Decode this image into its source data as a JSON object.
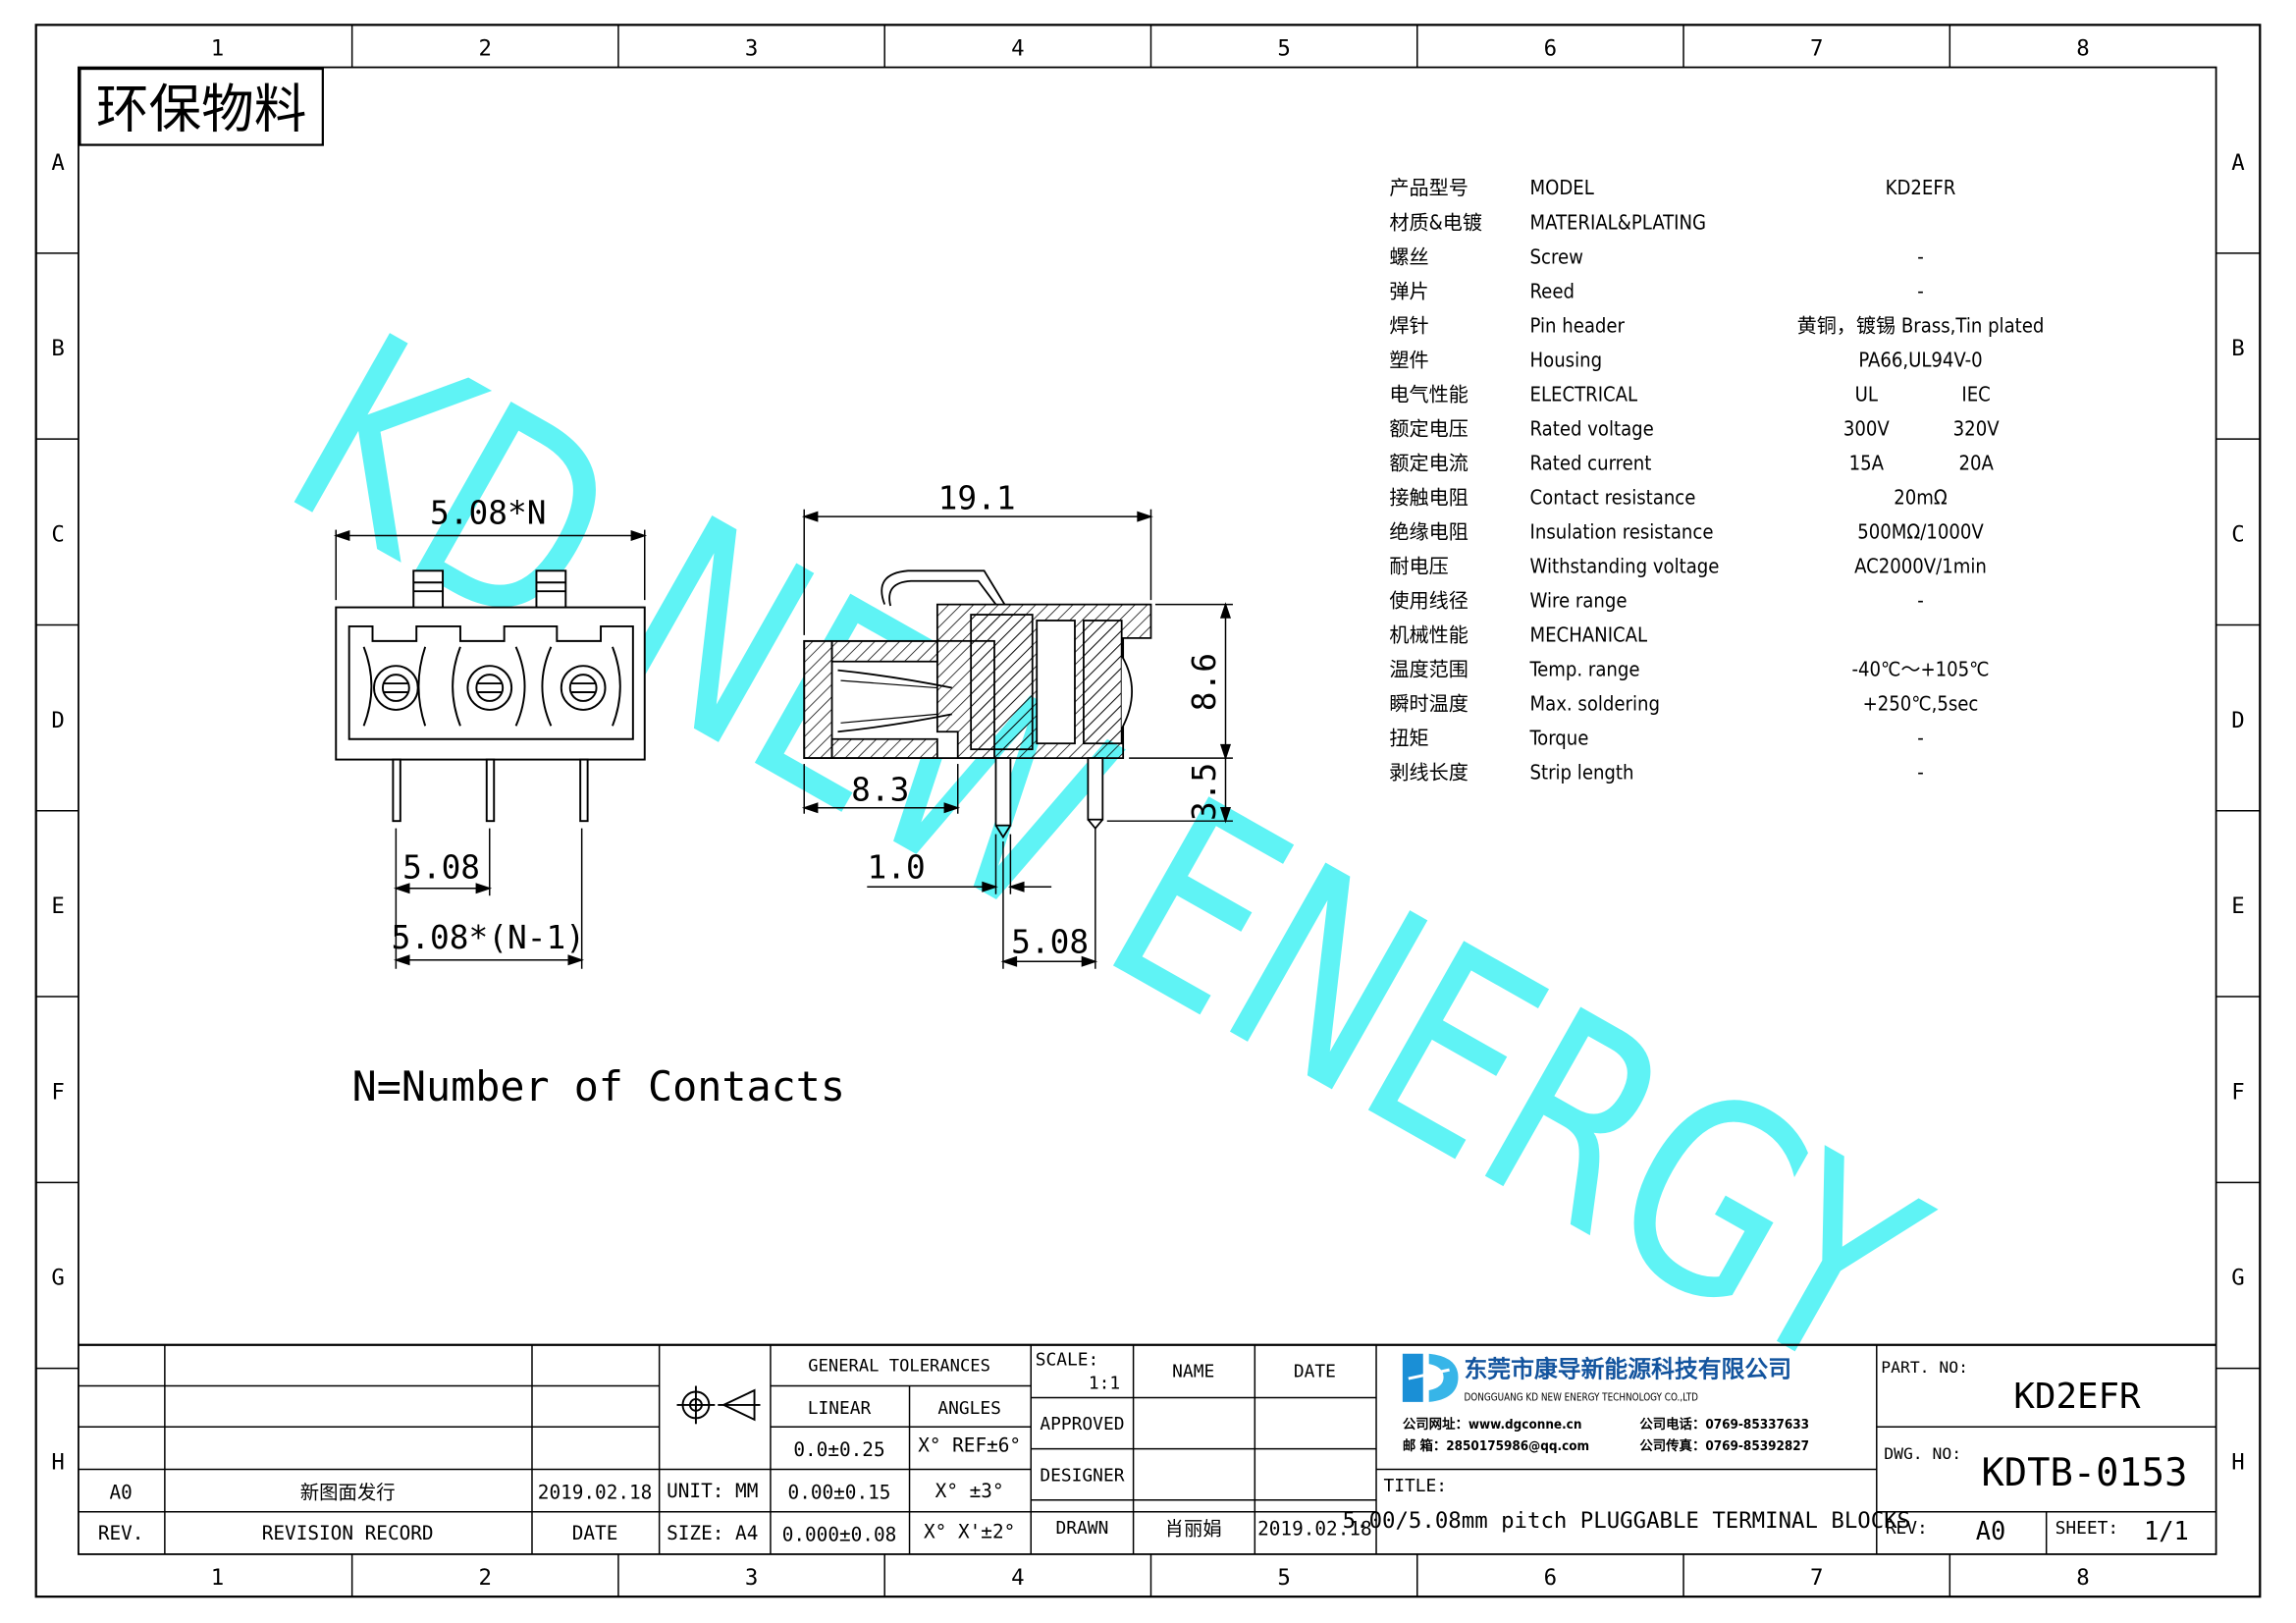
{
  "frame": {
    "col_labels": [
      "1",
      "2",
      "3",
      "4",
      "5",
      "6",
      "7",
      "8"
    ],
    "row_labels": [
      "A",
      "B",
      "C",
      "D",
      "E",
      "F",
      "G",
      "H"
    ]
  },
  "stamp": "环保物料",
  "watermark": {
    "text": "KD NEW ENERGY",
    "color": "#5ff3f5"
  },
  "spec": {
    "rows": [
      {
        "cn": "产品型号",
        "en": "MODEL",
        "v": "KD2EFR"
      },
      {
        "cn": "材质&电镀",
        "en": "MATERIAL&PLATING",
        "v": ""
      },
      {
        "cn": "螺丝",
        "en": "Screw",
        "v": "-"
      },
      {
        "cn": "弹片",
        "en": "Reed",
        "v": "-"
      },
      {
        "cn": "焊针",
        "en": "Pin header",
        "v": "黄铜，镀锡 Brass,Tin plated"
      },
      {
        "cn": "塑件",
        "en": "Housing",
        "v": "PA66,UL94V-0"
      },
      {
        "cn": "电气性能",
        "en": "ELECTRICAL",
        "v1": "UL",
        "v2": "IEC"
      },
      {
        "cn": "额定电压",
        "en": "Rated voltage",
        "v1": "300V",
        "v2": "320V"
      },
      {
        "cn": "额定电流",
        "en": "Rated current",
        "v1": "15A",
        "v2": "20A"
      },
      {
        "cn": "接触电阻",
        "en": "Contact resistance",
        "v": "20mΩ"
      },
      {
        "cn": "绝缘电阻",
        "en": "Insulation resistance",
        "v": "500MΩ/1000V"
      },
      {
        "cn": "耐电压",
        "en": "Withstanding voltage",
        "v": "AC2000V/1min"
      },
      {
        "cn": "使用线径",
        "en": "Wire range",
        "v": "-"
      },
      {
        "cn": "机械性能",
        "en": "MECHANICAL",
        "v": ""
      },
      {
        "cn": "温度范围",
        "en": "Temp. range",
        "v": "-40℃～+105℃"
      },
      {
        "cn": "瞬时温度",
        "en": "Max. soldering",
        "v": "+250℃,5sec"
      },
      {
        "cn": "扭矩",
        "en": "Torque",
        "v": "-"
      },
      {
        "cn": "剥线长度",
        "en": "Strip length",
        "v": "-"
      }
    ]
  },
  "dims": {
    "front_width": "5.08*N",
    "front_pitch": "5.08",
    "front_span": "5.08*(N-1)",
    "side_length": "19.1",
    "side_height": "8.6",
    "side_pin": "3.5",
    "side_depth": "8.3",
    "side_pin_w": "1.0",
    "side_pitch": "5.08"
  },
  "note": "N=Number of Contacts",
  "title_block": {
    "gen_tol": "GENERAL TOLERANCES",
    "linear": "LINEAR",
    "angles": "ANGLES",
    "lin1": "0.0±0.25",
    "lin2": "0.00±0.15",
    "lin3": "0.000±0.08",
    "ang1": "X°  REF±6°",
    "ang2": "X°  ±3°",
    "ang3": "X° X'±2°",
    "unit": "UNIT:  MM",
    "size": "SIZE:  A4",
    "scale_label": "SCALE:",
    "scale_value": "1:1",
    "name_label": "NAME",
    "date_label": "DATE",
    "approved": "APPROVED",
    "designer": "DESIGNER",
    "drawn": "DRAWN",
    "drawn_name": "肖丽娟",
    "drawn_date": "2019.02.18",
    "rev_code": "A0",
    "rev_desc": "新图面发行",
    "rev_date": "2019.02.18",
    "rev_hdr": "REV.",
    "record_hdr": "REVISION RECORD",
    "date_hdr": "DATE",
    "company_cn": "东莞市康导新能源科技有限公司",
    "company_en": "DONGGUANG KD NEW ENERGY TECHNOLOGY CO.,LTD",
    "web": "公司网址：www.dgconne.cn",
    "tel": "公司电话：0769-85337633",
    "mail": "邮    箱：2850175986@qq.com",
    "fax": "公司传真：0769-85392827",
    "title_label": "TITLE:",
    "title": "5.00/5.08mm pitch PLUGGABLE TERMINAL BLOCKS",
    "part_label": "PART. NO:",
    "part": "KD2EFR",
    "dwg_label": "DWG. NO:",
    "dwg": "KDTB-0153",
    "rev_label": "REV:",
    "rev": "A0",
    "sheet_label": "SHEET:",
    "sheet": "1/1"
  }
}
